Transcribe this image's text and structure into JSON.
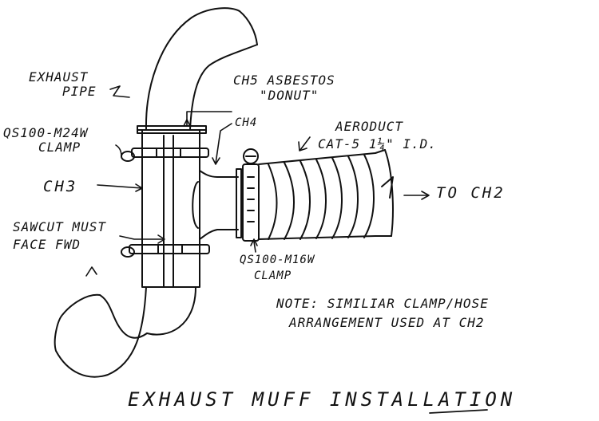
{
  "colors": {
    "ink": "#111111",
    "paper": "#ffffff"
  },
  "labels": {
    "exhaust_pipe_line1": "EXHAUST",
    "exhaust_pipe_line2": "PIPE",
    "donut_line1": "CH5 ASBESTOS",
    "donut_line2": "\"DONUT\"",
    "ch4": "CH4",
    "aeroduct_line1": "AERODUCT",
    "aeroduct_line2": "CAT-5 1¼\" I.D.",
    "clamp_large_line1": "QS100-M24W",
    "clamp_large_line2": "CLAMP",
    "ch3": "CH3",
    "to_ch2": "TO CH2",
    "sawcut_line1": "SAWCUT MUST",
    "sawcut_line2": "FACE FWD",
    "clamp_small_line1": "QS100-M16W",
    "clamp_small_line2": "CLAMP",
    "note_line1": "NOTE: SIMILIAR CLAMP/HOSE",
    "note_line2": "ARRANGEMENT USED AT CH2"
  },
  "title": "EXHAUST MUFF INSTALLATION"
}
